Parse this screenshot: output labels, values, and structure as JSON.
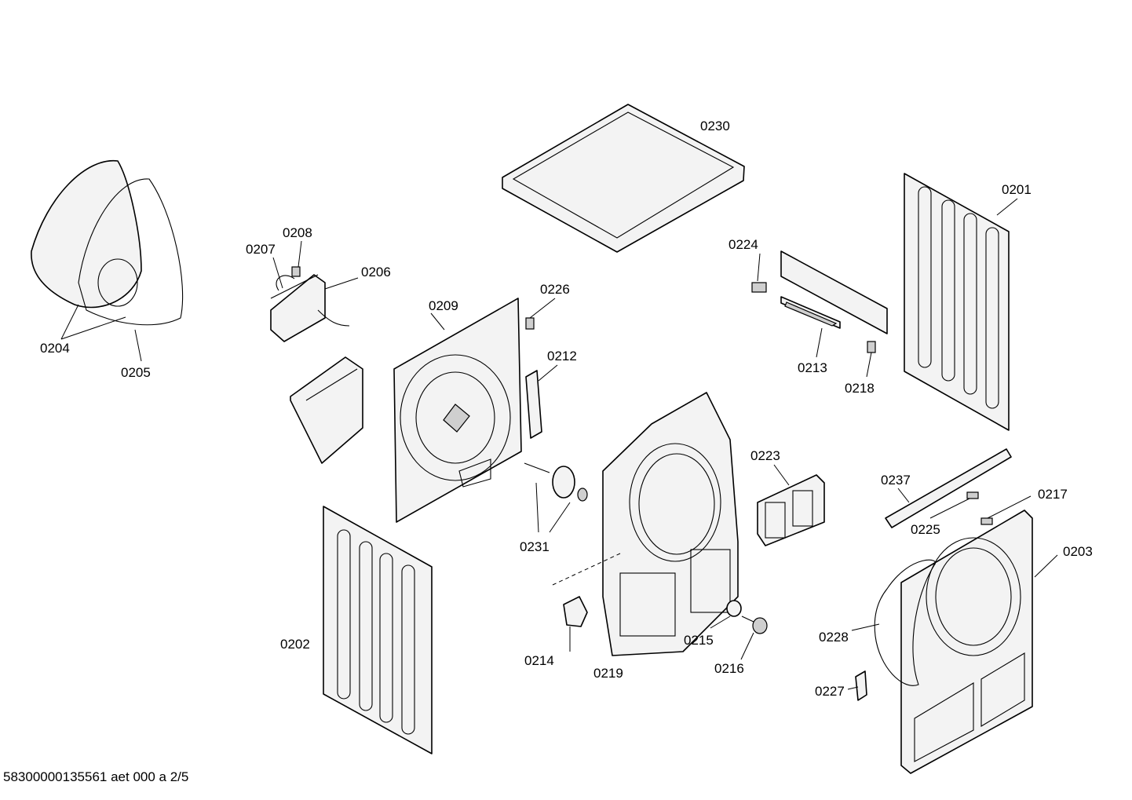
{
  "parts": [
    {
      "id": "0230",
      "label": "0230"
    },
    {
      "id": "0201",
      "label": "0201"
    },
    {
      "id": "0224",
      "label": "0224"
    },
    {
      "id": "0208",
      "label": "0208"
    },
    {
      "id": "0207",
      "label": "0207"
    },
    {
      "id": "0206",
      "label": "0206"
    },
    {
      "id": "0226",
      "label": "0226"
    },
    {
      "id": "0209",
      "label": "0209"
    },
    {
      "id": "0204",
      "label": "0204"
    },
    {
      "id": "0205",
      "label": "0205"
    },
    {
      "id": "0212",
      "label": "0212"
    },
    {
      "id": "0213",
      "label": "0213"
    },
    {
      "id": "0218",
      "label": "0218"
    },
    {
      "id": "0223",
      "label": "0223"
    },
    {
      "id": "0237",
      "label": "0237"
    },
    {
      "id": "0217",
      "label": "0217"
    },
    {
      "id": "0225",
      "label": "0225"
    },
    {
      "id": "0231",
      "label": "0231"
    },
    {
      "id": "0203",
      "label": "0203"
    },
    {
      "id": "0202",
      "label": "0202"
    },
    {
      "id": "0228",
      "label": "0228"
    },
    {
      "id": "0214",
      "label": "0214"
    },
    {
      "id": "0215",
      "label": "0215"
    },
    {
      "id": "0219",
      "label": "0219"
    },
    {
      "id": "0216",
      "label": "0216"
    },
    {
      "id": "0227",
      "label": "0227"
    }
  ],
  "footer": {
    "code": "58300000135561 aet 000 a 2/5"
  }
}
